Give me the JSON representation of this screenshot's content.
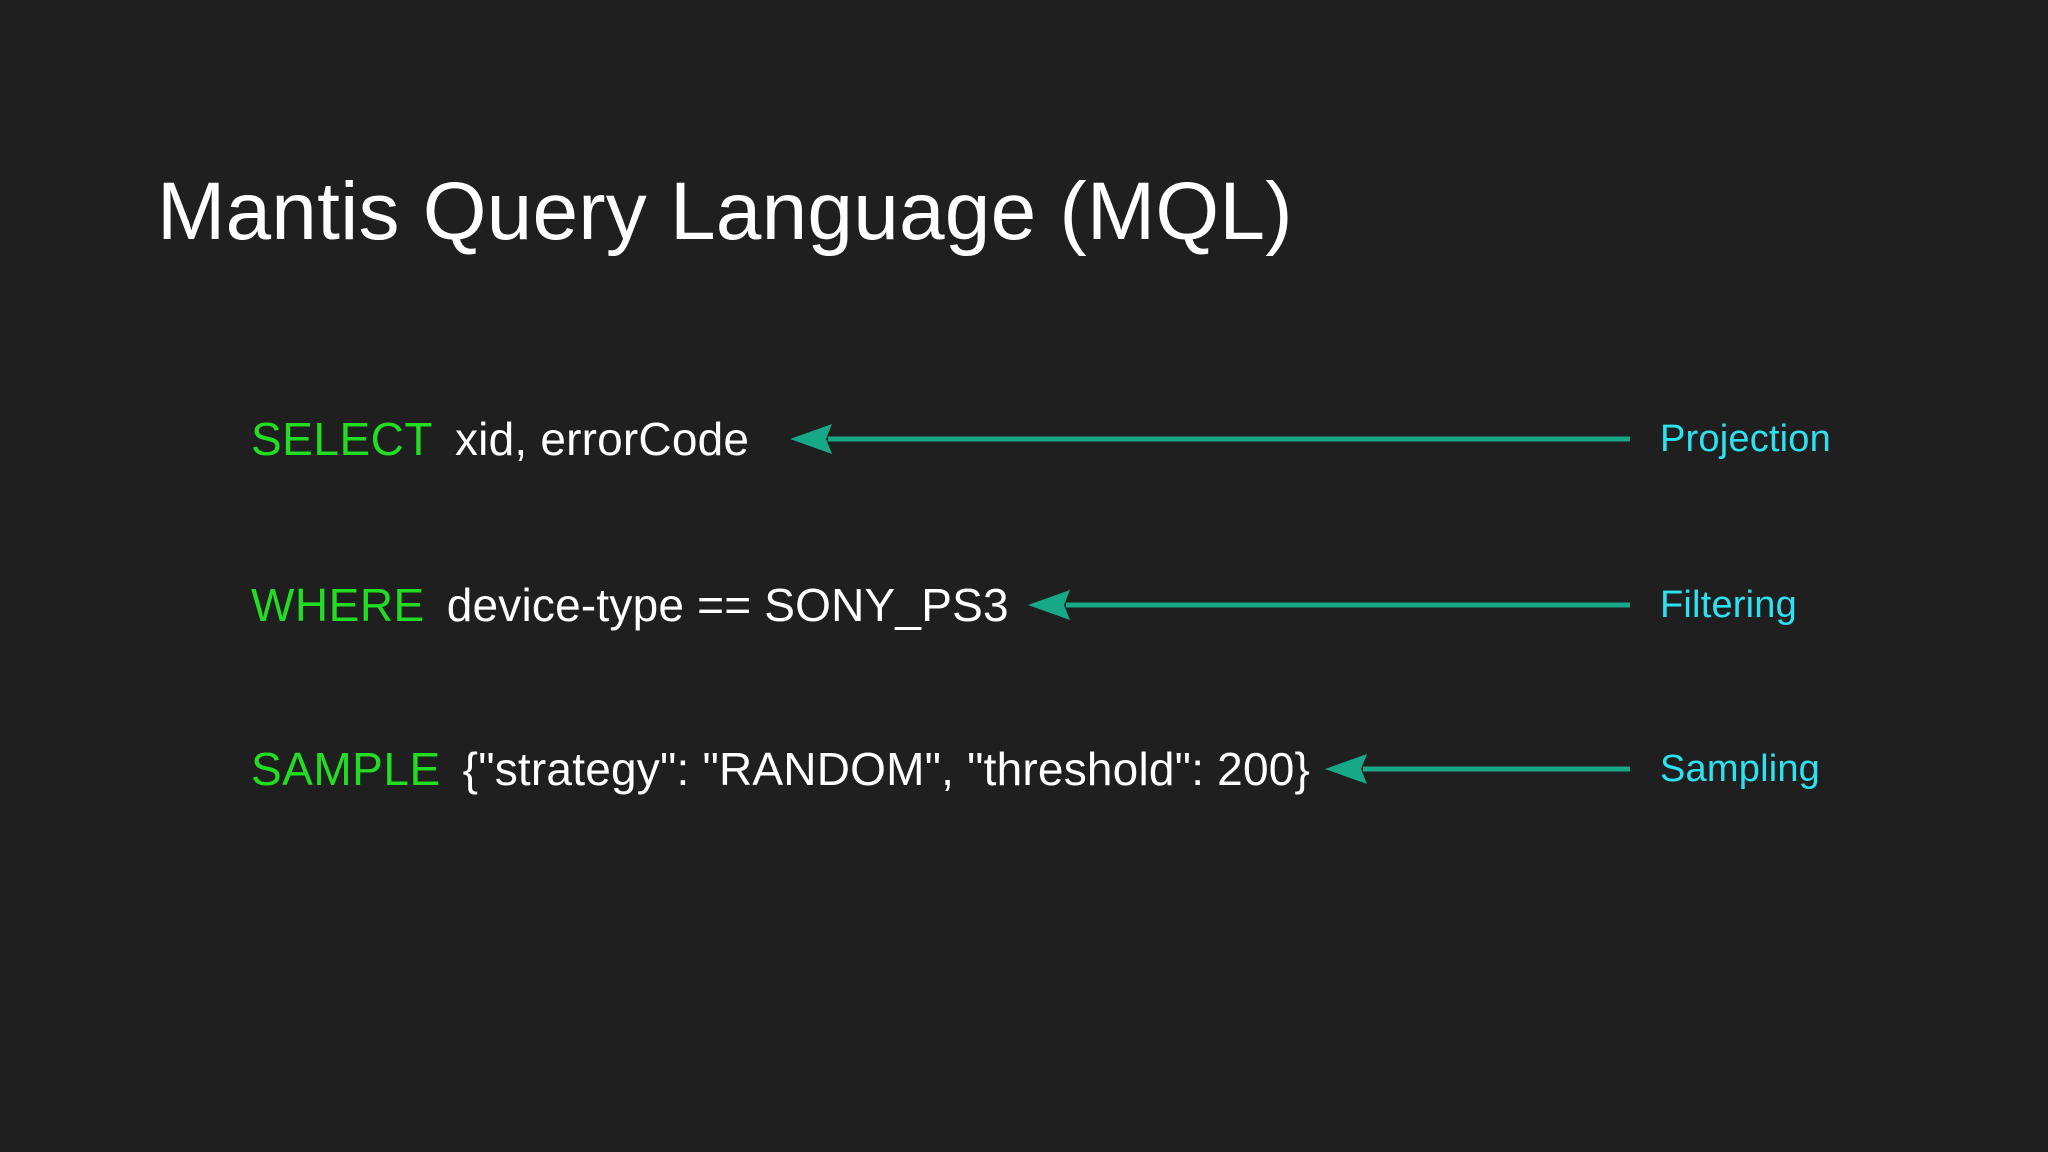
{
  "slide": {
    "background_color": "#1f1f1f",
    "title": "Mantis Query Language (MQL)",
    "title_color": "#ffffff"
  },
  "theme": {
    "keyword_color": "#22dd22",
    "expression_color": "#ffffff",
    "annotation_color": "#2de2f0",
    "arrow_color": "#17a888"
  },
  "query": {
    "rows": [
      {
        "keyword": "SELECT",
        "expression": "xid, errorCode",
        "annotation": "Projection",
        "arrow": "left-arrow-projection"
      },
      {
        "keyword": "WHERE",
        "expression": "device-type == SONY_PS3",
        "annotation": "Filtering",
        "arrow": "left-arrow-filtering"
      },
      {
        "keyword": "SAMPLE",
        "expression": "{\"strategy\": \"RANDOM\", \"threshold\": 200}",
        "annotation": "Sampling",
        "arrow": "left-arrow-sampling"
      }
    ]
  }
}
